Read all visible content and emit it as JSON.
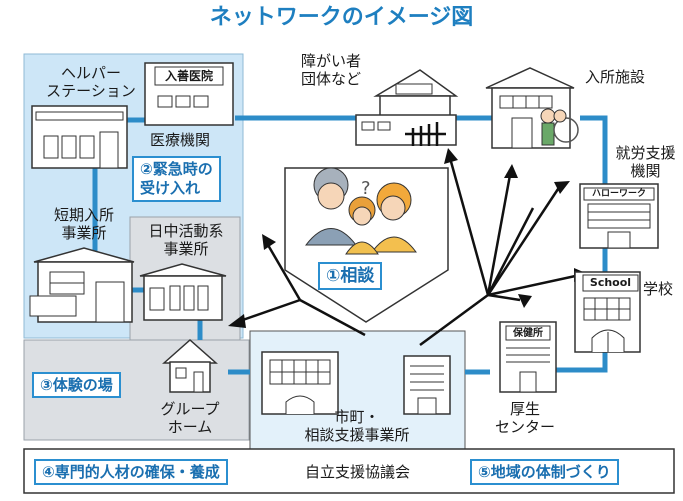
{
  "title": "ネットワークのイメージ図",
  "labels": {
    "helper_station": [
      "ヘルパー",
      "ステーション"
    ],
    "hospital_sign": "入善医院",
    "medical_institution": "医療機関",
    "emergency": [
      "②緊急時の",
      "受け入れ"
    ],
    "short_stay": [
      "短期入所",
      "事業所"
    ],
    "day_activity": [
      "日中活動系",
      "事業所"
    ],
    "disability_groups": [
      "障がい者",
      "団体など"
    ],
    "residential_facility": "入所施設",
    "employment_support": [
      "就労支援",
      "機関"
    ],
    "hello_work_sign": "ハローワーク",
    "school_sign": "School",
    "school": "学校",
    "consultation": "①相談",
    "experience_place": "③体験の場",
    "group_home": [
      "グループ",
      "ホーム"
    ],
    "municipality": [
      "市町・",
      "相談支援事業所"
    ],
    "health_center_sign": "保健所",
    "health_center": [
      "厚生",
      "センター"
    ],
    "human_resources": "④専門的人材の確保・養成",
    "council": "自立支援協議会",
    "regional_system": "⑤地域の体制づくり"
  },
  "colors": {
    "title": "#1e7fc0",
    "network_line": "#2d8cc8",
    "light_blue_area": "#cde6f7",
    "gray_area": "#dcdfe3",
    "badge_border": "#2b8fd0"
  }
}
